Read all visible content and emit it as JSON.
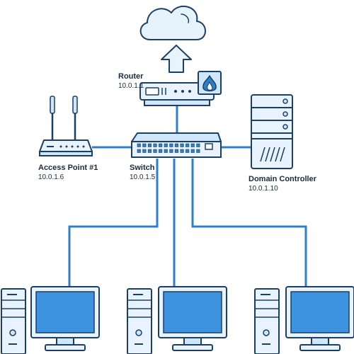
{
  "colors": {
    "line": "#2f7fc8",
    "stroke": "#1b3f66",
    "fill_light": "#e8f3fd",
    "fill_mid": "#cfe6fb",
    "screen": "#3d93e0",
    "cloud": "#e6f2fc",
    "fire": "#2f7fc8"
  },
  "nodes": {
    "router": {
      "name": "Router",
      "ip": "10.0.1.1"
    },
    "access_point": {
      "name": "Access Point #1",
      "ip": "10.0.1.6"
    },
    "switch": {
      "name": "Switch",
      "ip": "10.0.1.5"
    },
    "domain_controller": {
      "name": "Domain Controller",
      "ip": "10.0.1.10"
    }
  },
  "icons": {
    "cloud": "cloud-icon",
    "arrow": "up-arrow-icon",
    "router": "router-icon",
    "firewall": "firewall-flame-icon",
    "switch": "switch-icon",
    "access_point": "wireless-access-point-icon",
    "server": "server-icon",
    "workstation": "desktop-computer-icon"
  }
}
